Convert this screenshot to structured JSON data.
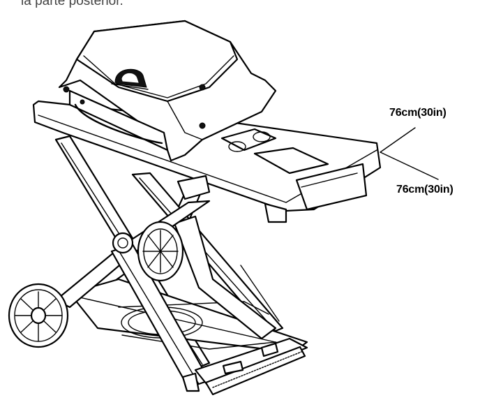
{
  "caption": "la parte posterior.",
  "dimensions": {
    "height_label": "76cm(30in)",
    "depth_label": "76cm(30in)"
  },
  "icons": [
    "grill-illustration",
    "wheel-icon",
    "leader-line"
  ]
}
